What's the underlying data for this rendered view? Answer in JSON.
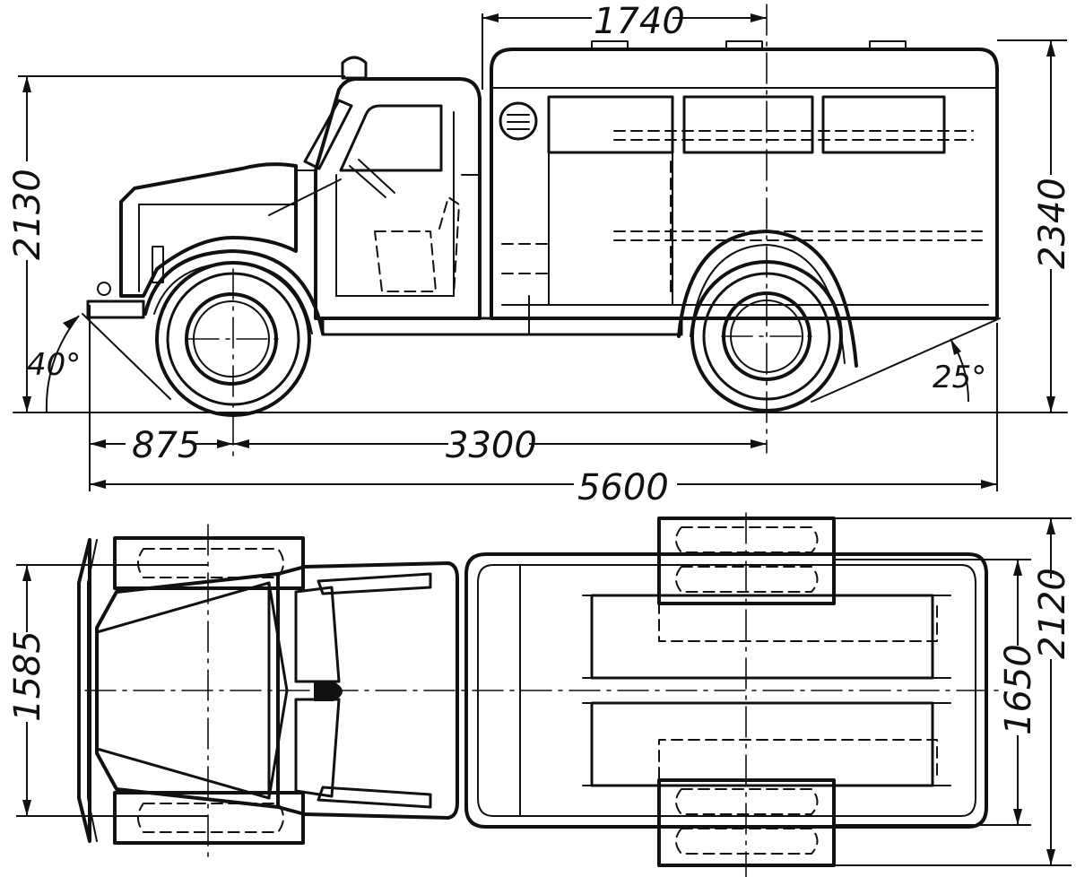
{
  "side_view": {
    "dimensions": {
      "compartment_length": "1740",
      "cab_height": "2130",
      "total_height": "2340",
      "front_overhang": "875",
      "wheelbase": "3300",
      "overall_length": "5600"
    },
    "angles": {
      "approach": "40°",
      "departure": "25°"
    }
  },
  "top_view": {
    "dimensions": {
      "front_track": "1585",
      "rear_track": "1650",
      "overall_width": "2120"
    }
  }
}
